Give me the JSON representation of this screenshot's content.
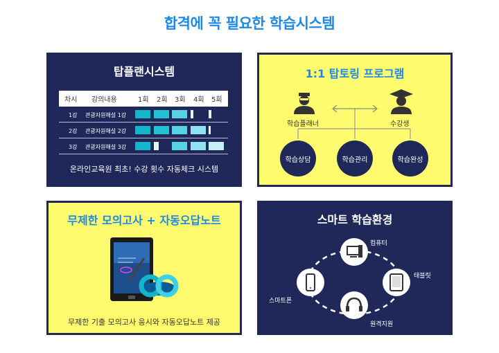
{
  "page": {
    "title": "합격에 꼭 필요한 학습시스템"
  },
  "panel1": {
    "title": "탑플랜시스템",
    "headers": [
      "차시",
      "강의내용",
      "1회",
      "2회",
      "3회",
      "4회",
      "5회"
    ],
    "rows": [
      {
        "session": "1강",
        "content": "관광자원해설 1강",
        "progress": [
          1,
          1,
          1,
          0.2,
          0.2
        ]
      },
      {
        "session": "2강",
        "content": "관광자원해설 2강",
        "progress": [
          1,
          1,
          1,
          1,
          0.1
        ]
      },
      {
        "session": "3강",
        "content": "관광자원해설 3강",
        "progress": [
          1,
          0.3,
          1,
          1,
          1
        ]
      }
    ],
    "caption": "온라인교육원 최초! 수강 횟수 자동체크 시스템"
  },
  "panel2": {
    "title": "1:1 탑토링 프로그램",
    "planner_label": "학습플래너",
    "student_label": "수강생",
    "steps": [
      "학습상담",
      "학습관리",
      "학습완성"
    ]
  },
  "panel3": {
    "title": "무제한 모의고사 + 자동오답노트",
    "caption": "무제한 기출 모의고사 응시와 자동오답노트 제공"
  },
  "panel4": {
    "title": "스마트 학습환경",
    "devices": {
      "computer": "컴퓨터",
      "tablet": "태블릿",
      "remote": "원격지원",
      "smartphone": "스마트폰"
    }
  },
  "colors": {
    "navy": "#1f2858",
    "yellow": "#fffb6e",
    "accent": "#1e88e5",
    "teal": "#12b5c9"
  }
}
